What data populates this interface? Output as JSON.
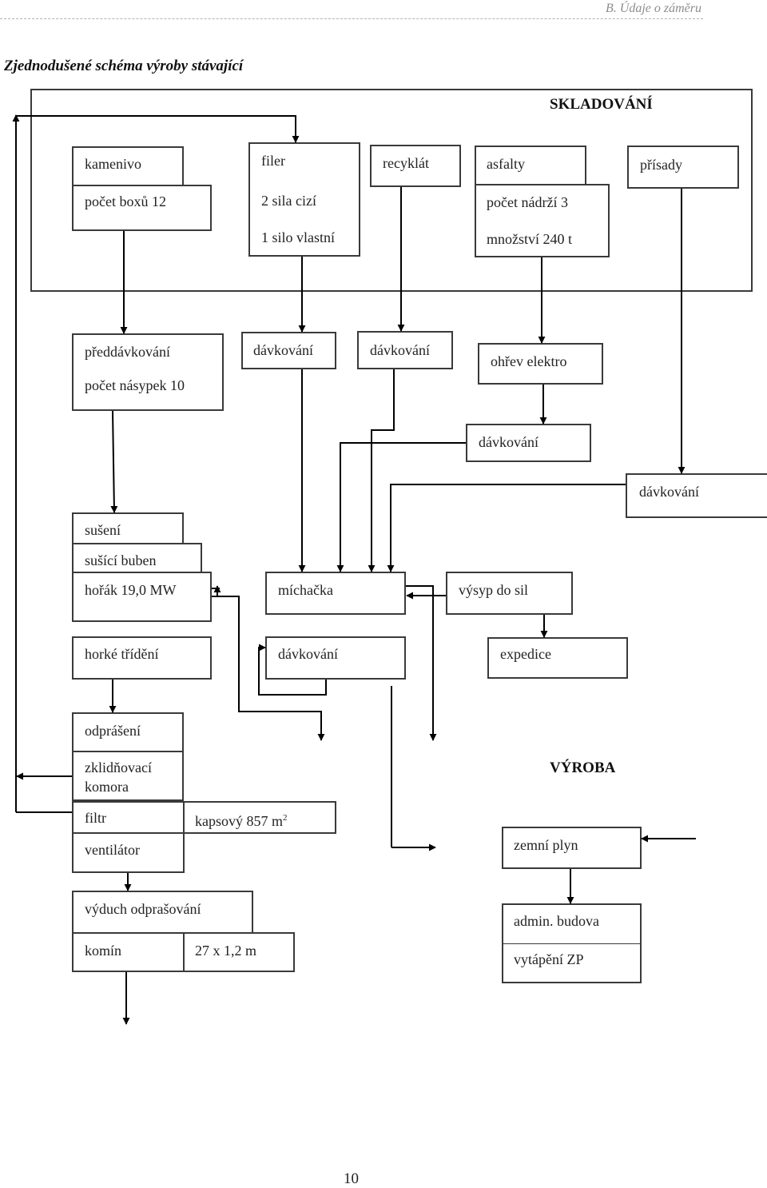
{
  "header": {
    "chapter": "B. Údaje o záměru",
    "title": "Zjednodušené schéma výroby stávající",
    "page_number": "10"
  },
  "sections": {
    "storage": "SKLADOVÁNÍ",
    "production": "VÝROBA"
  },
  "nodes": {
    "kamenivo": "kamenivo",
    "pocet_boxu": "počet boxů 12",
    "filer": "filer",
    "sila_cizi": "2 sila cizí",
    "silo_vlastni": "1 silo vlastní",
    "recyklat": "recyklát",
    "asfalty": "asfalty",
    "pocet_nadrzi": "počet nádrží 3",
    "mnozstvi": "množství 240 t",
    "prisady": "přísady",
    "preddavkovani": "předdávkování",
    "pocet_nasypek": "počet násypek 10",
    "davkovani_filer": "dávkování",
    "davkovani_recyklat": "dávkování",
    "ohrev": "ohřev elektro",
    "davkovani_asfalt": "dávkování",
    "davkovani_prisady": "dávkování",
    "suseni": "sušení",
    "susici_buben": "sušící buben",
    "horak": "hořák 19,0 MW",
    "michacka": "míchačka",
    "vysyp": "výsyp do sil",
    "horke_trideni": "horké třídění",
    "davkovani_mix": "dávkování",
    "expedice": "expedice",
    "odpraseni": "odprášení",
    "zklidnovaci": "zklidňovací komora",
    "filtr": "filtr",
    "kapsovy": "kapsový 857 m",
    "kapsovy_sup": "2",
    "ventilator": "ventilátor",
    "vyduch": "výduch odprašování",
    "komin": "komín",
    "komin_rozmer": "27 x 1,2 m",
    "zemni_plyn": "zemní plyn",
    "admin_budova": "admin. budova",
    "vytapeni": "vytápění ZP"
  },
  "colors": {
    "line": "#000000",
    "box_border": "#3a3a3a",
    "header_text": "#8c8c8c"
  }
}
